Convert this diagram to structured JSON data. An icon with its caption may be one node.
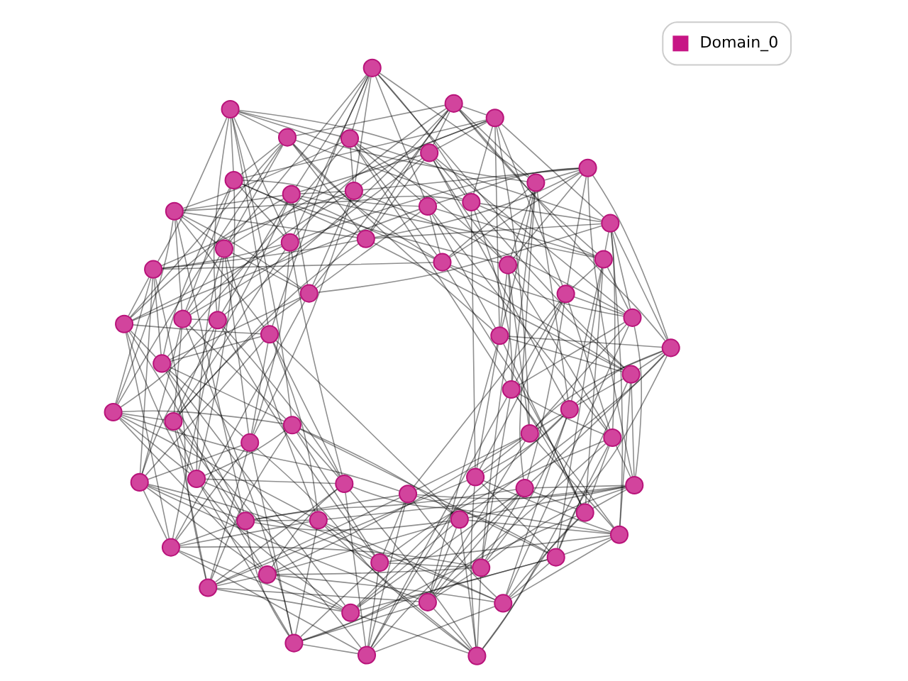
{
  "diagram": {
    "nodes": [
      {
        "text": [],
        "shape": "circle"
      },
      {
        "text": [],
        "shape": "circle"
      },
      {
        "text": [],
        "shape": "circle"
      },
      {
        "text": [],
        "shape": "circle"
      },
      {
        "text": [],
        "shape": "circle"
      },
      {
        "text": [],
        "shape": "circle"
      },
      {
        "text": [],
        "shape": "circle"
      },
      {
        "text": [],
        "shape": "circle"
      },
      {
        "text": [],
        "shape": "circle"
      },
      {
        "text": [],
        "shape": "circle"
      },
      {
        "text": [],
        "shape": "circle"
      },
      {
        "text": [],
        "shape": "circle"
      },
      {
        "text": [],
        "shape": "circle"
      },
      {
        "text": [],
        "shape": "circle"
      },
      {
        "text": [],
        "shape": "circle"
      },
      {
        "text": [],
        "shape": "circle"
      },
      {
        "text": [],
        "shape": "circle"
      },
      {
        "text": [],
        "shape": "circle"
      },
      {
        "text": [],
        "shape": "circle"
      },
      {
        "text": [],
        "shape": "circle"
      },
      {
        "text": [],
        "shape": "circle"
      },
      {
        "text": [],
        "shape": "circle"
      },
      {
        "text": [],
        "shape": "circle"
      },
      {
        "text": [],
        "shape": "circle"
      },
      {
        "text": [],
        "shape": "circle"
      },
      {
        "text": [],
        "shape": "circle"
      },
      {
        "text": [],
        "shape": "circle"
      },
      {
        "text": [],
        "shape": "circle"
      },
      {
        "text": [],
        "shape": "circle"
      },
      {
        "text": [],
        "shape": "circle"
      },
      {
        "text": [],
        "shape": "circle"
      },
      {
        "text": [],
        "shape": "circle"
      },
      {
        "text": [],
        "shape": "circle"
      },
      {
        "text": [],
        "shape": "circle"
      },
      {
        "text": [],
        "shape": "circle"
      },
      {
        "text": [],
        "shape": "circle"
      },
      {
        "text": [],
        "shape": "circle"
      },
      {
        "text": [],
        "shape": "circle"
      },
      {
        "text": [],
        "shape": "circle"
      },
      {
        "text": [],
        "shape": "circle"
      },
      {
        "text": [],
        "shape": "circle"
      },
      {
        "text": [],
        "shape": "circle"
      },
      {
        "text": [],
        "shape": "circle"
      },
      {
        "text": [],
        "shape": "circle"
      },
      {
        "text": [],
        "shape": "circle"
      },
      {
        "text": [],
        "shape": "circle"
      },
      {
        "text": [],
        "shape": "circle"
      },
      {
        "text": [],
        "shape": "circle"
      },
      {
        "text": [],
        "shape": "circle"
      },
      {
        "text": [],
        "shape": "circle"
      },
      {
        "text": [],
        "shape": "circle"
      },
      {
        "text": [],
        "shape": "circle"
      },
      {
        "text": [],
        "shape": "circle"
      },
      {
        "text": [],
        "shape": "circle"
      },
      {
        "text": [],
        "shape": "circle"
      },
      {
        "text": [],
        "shape": "circle"
      },
      {
        "text": [],
        "shape": "circle"
      },
      {
        "text": [],
        "shape": "circle"
      },
      {
        "text": [],
        "shape": "circle"
      },
      {
        "text": [],
        "shape": "circle"
      },
      {
        "text": [],
        "shape": "circle"
      },
      {
        "text": [],
        "shape": "circle"
      },
      {
        "text": [],
        "shape": "circle"
      },
      {
        "text": [],
        "shape": "circle"
      },
      {
        "text": [],
        "shape": "circle"
      },
      {
        "text": [],
        "shape": "circle"
      }
    ],
    "edges": [
      {
        "from": 0,
        "to": 1,
        "arrow": "none"
      },
      {
        "from": 1,
        "to": 2,
        "arrow": "none"
      },
      {
        "from": 2,
        "to": 3,
        "arrow": "none"
      },
      {
        "from": 3,
        "to": 4,
        "arrow": "none"
      },
      {
        "from": 4,
        "to": 5,
        "arrow": "none"
      },
      {
        "from": 5,
        "to": 6,
        "arrow": "none"
      },
      {
        "from": 6,
        "to": 7,
        "arrow": "none"
      },
      {
        "from": 7,
        "to": 8,
        "arrow": "none"
      },
      {
        "from": 8,
        "to": 9,
        "arrow": "none"
      },
      {
        "from": 9,
        "to": 10,
        "arrow": "none"
      },
      {
        "from": 10,
        "to": 11,
        "arrow": "none"
      },
      {
        "from": 11,
        "to": 12,
        "arrow": "none"
      },
      {
        "from": 12,
        "to": 13,
        "arrow": "none"
      },
      {
        "from": 13,
        "to": 14,
        "arrow": "none"
      },
      {
        "from": 14,
        "to": 15,
        "arrow": "none"
      },
      {
        "from": 15,
        "to": 16,
        "arrow": "none"
      },
      {
        "from": 16,
        "to": 17,
        "arrow": "none"
      },
      {
        "from": 17,
        "to": 18,
        "arrow": "none"
      },
      {
        "from": 18,
        "to": 19,
        "arrow": "none"
      },
      {
        "from": 19,
        "to": 20,
        "arrow": "none"
      },
      {
        "from": 20,
        "to": 21,
        "arrow": "none"
      },
      {
        "from": 21,
        "to": 22,
        "arrow": "none"
      },
      {
        "from": 22,
        "to": 23,
        "arrow": "none"
      },
      {
        "from": 23,
        "to": 24,
        "arrow": "none"
      },
      {
        "from": 24,
        "to": 25,
        "arrow": "none"
      },
      {
        "from": 25,
        "to": 26,
        "arrow": "none"
      },
      {
        "from": 26,
        "to": 27,
        "arrow": "none"
      },
      {
        "from": 27,
        "to": 28,
        "arrow": "none"
      },
      {
        "from": 28,
        "to": 29,
        "arrow": "none"
      },
      {
        "from": 29,
        "to": 30,
        "arrow": "none"
      },
      {
        "from": 30,
        "to": 31,
        "arrow": "none"
      },
      {
        "from": 31,
        "to": 32,
        "arrow": "none"
      },
      {
        "from": 32,
        "to": 33,
        "arrow": "none"
      },
      {
        "from": 33,
        "to": 34,
        "arrow": "none"
      },
      {
        "from": 34,
        "to": 35,
        "arrow": "none"
      },
      {
        "from": 35,
        "to": 36,
        "arrow": "none"
      },
      {
        "from": 36,
        "to": 37,
        "arrow": "none"
      },
      {
        "from": 37,
        "to": 38,
        "arrow": "none"
      },
      {
        "from": 38,
        "to": 39,
        "arrow": "none"
      },
      {
        "from": 39,
        "to": 40,
        "arrow": "none"
      },
      {
        "from": 40,
        "to": 41,
        "arrow": "none"
      },
      {
        "from": 41,
        "to": 42,
        "arrow": "none"
      },
      {
        "from": 42,
        "to": 43,
        "arrow": "none"
      },
      {
        "from": 43,
        "to": 44,
        "arrow": "none"
      },
      {
        "from": 44,
        "to": 45,
        "arrow": "none"
      },
      {
        "from": 45,
        "to": 46,
        "arrow": "none"
      },
      {
        "from": 46,
        "to": 47,
        "arrow": "none"
      },
      {
        "from": 47,
        "to": 48,
        "arrow": "none"
      },
      {
        "from": 48,
        "to": 49,
        "arrow": "none"
      },
      {
        "from": 49,
        "to": 50,
        "arrow": "none"
      },
      {
        "from": 50,
        "to": 51,
        "arrow": "none"
      },
      {
        "from": 51,
        "to": 52,
        "arrow": "none"
      },
      {
        "from": 52,
        "to": 53,
        "arrow": "none"
      },
      {
        "from": 53,
        "to": 54,
        "arrow": "none"
      },
      {
        "from": 54,
        "to": 55,
        "arrow": "none"
      },
      {
        "from": 55,
        "to": 56,
        "arrow": "none"
      },
      {
        "from": 56,
        "to": 57,
        "arrow": "none"
      },
      {
        "from": 57,
        "to": 58,
        "arrow": "none"
      },
      {
        "from": 58,
        "to": 59,
        "arrow": "none"
      },
      {
        "from": 59,
        "to": 60,
        "arrow": "none"
      },
      {
        "from": 60,
        "to": 61,
        "arrow": "none"
      },
      {
        "from": 61,
        "to": 62,
        "arrow": "none"
      },
      {
        "from": 62,
        "to": 63,
        "arrow": "none"
      },
      {
        "from": 63,
        "to": 64,
        "arrow": "none"
      },
      {
        "from": 64,
        "to": 65,
        "arrow": "none"
      },
      {
        "from": 65,
        "to": 0,
        "arrow": "none"
      },
      {
        "from": 0,
        "to": 7,
        "arrow": "none"
      },
      {
        "from": 1,
        "to": 8,
        "arrow": "none"
      },
      {
        "from": 2,
        "to": 9,
        "arrow": "none"
      },
      {
        "from": 3,
        "to": 10,
        "arrow": "none"
      },
      {
        "from": 4,
        "to": 11,
        "arrow": "none"
      },
      {
        "from": 5,
        "to": 12,
        "arrow": "none"
      },
      {
        "from": 6,
        "to": 13,
        "arrow": "none"
      },
      {
        "from": 7,
        "to": 14,
        "arrow": "none"
      },
      {
        "from": 8,
        "to": 15,
        "arrow": "none"
      },
      {
        "from": 9,
        "to": 16,
        "arrow": "none"
      },
      {
        "from": 10,
        "to": 17,
        "arrow": "none"
      },
      {
        "from": 11,
        "to": 18,
        "arrow": "none"
      },
      {
        "from": 12,
        "to": 19,
        "arrow": "none"
      },
      {
        "from": 13,
        "to": 20,
        "arrow": "none"
      },
      {
        "from": 14,
        "to": 21,
        "arrow": "none"
      },
      {
        "from": 15,
        "to": 22,
        "arrow": "none"
      },
      {
        "from": 16,
        "to": 23,
        "arrow": "none"
      },
      {
        "from": 17,
        "to": 24,
        "arrow": "none"
      },
      {
        "from": 18,
        "to": 25,
        "arrow": "none"
      },
      {
        "from": 19,
        "to": 26,
        "arrow": "none"
      },
      {
        "from": 20,
        "to": 27,
        "arrow": "none"
      },
      {
        "from": 21,
        "to": 28,
        "arrow": "none"
      },
      {
        "from": 22,
        "to": 29,
        "arrow": "none"
      },
      {
        "from": 23,
        "to": 30,
        "arrow": "none"
      },
      {
        "from": 24,
        "to": 31,
        "arrow": "none"
      },
      {
        "from": 25,
        "to": 32,
        "arrow": "none"
      },
      {
        "from": 26,
        "to": 33,
        "arrow": "none"
      },
      {
        "from": 27,
        "to": 34,
        "arrow": "none"
      },
      {
        "from": 28,
        "to": 35,
        "arrow": "none"
      },
      {
        "from": 29,
        "to": 36,
        "arrow": "none"
      },
      {
        "from": 30,
        "to": 37,
        "arrow": "none"
      },
      {
        "from": 31,
        "to": 38,
        "arrow": "none"
      },
      {
        "from": 32,
        "to": 39,
        "arrow": "none"
      },
      {
        "from": 33,
        "to": 40,
        "arrow": "none"
      },
      {
        "from": 34,
        "to": 41,
        "arrow": "none"
      },
      {
        "from": 35,
        "to": 42,
        "arrow": "none"
      },
      {
        "from": 36,
        "to": 43,
        "arrow": "none"
      },
      {
        "from": 37,
        "to": 44,
        "arrow": "none"
      },
      {
        "from": 38,
        "to": 45,
        "arrow": "none"
      },
      {
        "from": 39,
        "to": 46,
        "arrow": "none"
      },
      {
        "from": 40,
        "to": 47,
        "arrow": "none"
      },
      {
        "from": 41,
        "to": 48,
        "arrow": "none"
      },
      {
        "from": 42,
        "to": 49,
        "arrow": "none"
      },
      {
        "from": 43,
        "to": 50,
        "arrow": "none"
      },
      {
        "from": 44,
        "to": 51,
        "arrow": "none"
      },
      {
        "from": 45,
        "to": 52,
        "arrow": "none"
      },
      {
        "from": 46,
        "to": 53,
        "arrow": "none"
      },
      {
        "from": 47,
        "to": 54,
        "arrow": "none"
      },
      {
        "from": 48,
        "to": 55,
        "arrow": "none"
      },
      {
        "from": 49,
        "to": 56,
        "arrow": "none"
      },
      {
        "from": 50,
        "to": 57,
        "arrow": "none"
      },
      {
        "from": 51,
        "to": 58,
        "arrow": "none"
      },
      {
        "from": 52,
        "to": 59,
        "arrow": "none"
      },
      {
        "from": 53,
        "to": 60,
        "arrow": "none"
      },
      {
        "from": 54,
        "to": 61,
        "arrow": "none"
      },
      {
        "from": 55,
        "to": 62,
        "arrow": "none"
      },
      {
        "from": 56,
        "to": 63,
        "arrow": "none"
      },
      {
        "from": 57,
        "to": 64,
        "arrow": "none"
      },
      {
        "from": 58,
        "to": 65,
        "arrow": "none"
      },
      {
        "from": 59,
        "to": 0,
        "arrow": "none"
      },
      {
        "from": 60,
        "to": 1,
        "arrow": "none"
      },
      {
        "from": 61,
        "to": 2,
        "arrow": "none"
      },
      {
        "from": 62,
        "to": 3,
        "arrow": "none"
      },
      {
        "from": 63,
        "to": 4,
        "arrow": "none"
      },
      {
        "from": 64,
        "to": 5,
        "arrow": "none"
      },
      {
        "from": 65,
        "to": 6,
        "arrow": "none"
      },
      {
        "from": 0,
        "to": 16,
        "arrow": "none"
      },
      {
        "from": 1,
        "to": 17,
        "arrow": "none"
      },
      {
        "from": 2,
        "to": 18,
        "arrow": "none"
      },
      {
        "from": 3,
        "to": 19,
        "arrow": "none"
      },
      {
        "from": 4,
        "to": 20,
        "arrow": "none"
      },
      {
        "from": 5,
        "to": 21,
        "arrow": "none"
      },
      {
        "from": 6,
        "to": 22,
        "arrow": "none"
      },
      {
        "from": 7,
        "to": 23,
        "arrow": "none"
      },
      {
        "from": 8,
        "to": 24,
        "arrow": "none"
      },
      {
        "from": 9,
        "to": 25,
        "arrow": "none"
      },
      {
        "from": 10,
        "to": 26,
        "arrow": "none"
      },
      {
        "from": 11,
        "to": 27,
        "arrow": "none"
      },
      {
        "from": 12,
        "to": 28,
        "arrow": "none"
      },
      {
        "from": 13,
        "to": 29,
        "arrow": "none"
      },
      {
        "from": 14,
        "to": 30,
        "arrow": "none"
      },
      {
        "from": 15,
        "to": 31,
        "arrow": "none"
      },
      {
        "from": 16,
        "to": 32,
        "arrow": "none"
      },
      {
        "from": 17,
        "to": 33,
        "arrow": "none"
      },
      {
        "from": 18,
        "to": 34,
        "arrow": "none"
      },
      {
        "from": 19,
        "to": 35,
        "arrow": "none"
      },
      {
        "from": 20,
        "to": 36,
        "arrow": "none"
      },
      {
        "from": 21,
        "to": 37,
        "arrow": "none"
      },
      {
        "from": 22,
        "to": 38,
        "arrow": "none"
      },
      {
        "from": 23,
        "to": 39,
        "arrow": "none"
      },
      {
        "from": 24,
        "to": 40,
        "arrow": "none"
      },
      {
        "from": 25,
        "to": 41,
        "arrow": "none"
      },
      {
        "from": 26,
        "to": 42,
        "arrow": "none"
      },
      {
        "from": 27,
        "to": 43,
        "arrow": "none"
      },
      {
        "from": 28,
        "to": 44,
        "arrow": "none"
      },
      {
        "from": 29,
        "to": 45,
        "arrow": "none"
      },
      {
        "from": 30,
        "to": 46,
        "arrow": "none"
      },
      {
        "from": 31,
        "to": 47,
        "arrow": "none"
      },
      {
        "from": 32,
        "to": 48,
        "arrow": "none"
      },
      {
        "from": 33,
        "to": 49,
        "arrow": "none"
      },
      {
        "from": 34,
        "to": 50,
        "arrow": "none"
      },
      {
        "from": 35,
        "to": 51,
        "arrow": "none"
      },
      {
        "from": 36,
        "to": 52,
        "arrow": "none"
      },
      {
        "from": 37,
        "to": 53,
        "arrow": "none"
      },
      {
        "from": 38,
        "to": 54,
        "arrow": "none"
      },
      {
        "from": 39,
        "to": 55,
        "arrow": "none"
      },
      {
        "from": 40,
        "to": 56,
        "arrow": "none"
      },
      {
        "from": 41,
        "to": 57,
        "arrow": "none"
      },
      {
        "from": 42,
        "to": 58,
        "arrow": "none"
      },
      {
        "from": 43,
        "to": 59,
        "arrow": "none"
      },
      {
        "from": 44,
        "to": 60,
        "arrow": "none"
      },
      {
        "from": 45,
        "to": 61,
        "arrow": "none"
      },
      {
        "from": 46,
        "to": 62,
        "arrow": "none"
      },
      {
        "from": 47,
        "to": 63,
        "arrow": "none"
      },
      {
        "from": 48,
        "to": 64,
        "arrow": "none"
      },
      {
        "from": 49,
        "to": 65,
        "arrow": "none"
      },
      {
        "from": 50,
        "to": 0,
        "arrow": "none"
      },
      {
        "from": 51,
        "to": 1,
        "arrow": "none"
      },
      {
        "from": 52,
        "to": 2,
        "arrow": "none"
      },
      {
        "from": 53,
        "to": 3,
        "arrow": "none"
      },
      {
        "from": 54,
        "to": 4,
        "arrow": "none"
      },
      {
        "from": 55,
        "to": 5,
        "arrow": "none"
      },
      {
        "from": 56,
        "to": 6,
        "arrow": "none"
      },
      {
        "from": 57,
        "to": 7,
        "arrow": "none"
      },
      {
        "from": 58,
        "to": 8,
        "arrow": "none"
      },
      {
        "from": 59,
        "to": 9,
        "arrow": "none"
      },
      {
        "from": 60,
        "to": 10,
        "arrow": "none"
      },
      {
        "from": 61,
        "to": 11,
        "arrow": "none"
      },
      {
        "from": 62,
        "to": 12,
        "arrow": "none"
      },
      {
        "from": 63,
        "to": 13,
        "arrow": "none"
      },
      {
        "from": 64,
        "to": 14,
        "arrow": "none"
      },
      {
        "from": 65,
        "to": 15,
        "arrow": "none"
      },
      {
        "from": 0,
        "to": 25,
        "arrow": "none"
      },
      {
        "from": 1,
        "to": 26,
        "arrow": "none"
      },
      {
        "from": 2,
        "to": 27,
        "arrow": "none"
      },
      {
        "from": 3,
        "to": 28,
        "arrow": "none"
      },
      {
        "from": 4,
        "to": 29,
        "arrow": "none"
      },
      {
        "from": 5,
        "to": 30,
        "arrow": "none"
      },
      {
        "from": 6,
        "to": 31,
        "arrow": "none"
      },
      {
        "from": 7,
        "to": 32,
        "arrow": "none"
      },
      {
        "from": 8,
        "to": 33,
        "arrow": "none"
      },
      {
        "from": 9,
        "to": 34,
        "arrow": "none"
      },
      {
        "from": 10,
        "to": 35,
        "arrow": "none"
      },
      {
        "from": 11,
        "to": 36,
        "arrow": "none"
      },
      {
        "from": 12,
        "to": 37,
        "arrow": "none"
      },
      {
        "from": 13,
        "to": 38,
        "arrow": "none"
      },
      {
        "from": 14,
        "to": 39,
        "arrow": "none"
      },
      {
        "from": 15,
        "to": 40,
        "arrow": "none"
      },
      {
        "from": 16,
        "to": 41,
        "arrow": "none"
      },
      {
        "from": 17,
        "to": 42,
        "arrow": "none"
      },
      {
        "from": 18,
        "to": 43,
        "arrow": "none"
      },
      {
        "from": 19,
        "to": 44,
        "arrow": "none"
      },
      {
        "from": 20,
        "to": 45,
        "arrow": "none"
      },
      {
        "from": 21,
        "to": 46,
        "arrow": "none"
      },
      {
        "from": 22,
        "to": 47,
        "arrow": "none"
      },
      {
        "from": 23,
        "to": 48,
        "arrow": "none"
      },
      {
        "from": 24,
        "to": 49,
        "arrow": "none"
      },
      {
        "from": 25,
        "to": 50,
        "arrow": "none"
      },
      {
        "from": 26,
        "to": 51,
        "arrow": "none"
      },
      {
        "from": 27,
        "to": 52,
        "arrow": "none"
      },
      {
        "from": 28,
        "to": 53,
        "arrow": "none"
      },
      {
        "from": 29,
        "to": 54,
        "arrow": "none"
      },
      {
        "from": 30,
        "to": 55,
        "arrow": "none"
      },
      {
        "from": 31,
        "to": 56,
        "arrow": "none"
      },
      {
        "from": 32,
        "to": 57,
        "arrow": "none"
      },
      {
        "from": 33,
        "to": 58,
        "arrow": "none"
      },
      {
        "from": 34,
        "to": 59,
        "arrow": "none"
      },
      {
        "from": 35,
        "to": 60,
        "arrow": "none"
      },
      {
        "from": 36,
        "to": 61,
        "arrow": "none"
      },
      {
        "from": 37,
        "to": 62,
        "arrow": "none"
      },
      {
        "from": 38,
        "to": 63,
        "arrow": "none"
      },
      {
        "from": 39,
        "to": 64,
        "arrow": "none"
      },
      {
        "from": 40,
        "to": 65,
        "arrow": "none"
      },
      {
        "from": 41,
        "to": 0,
        "arrow": "none"
      },
      {
        "from": 42,
        "to": 1,
        "arrow": "none"
      },
      {
        "from": 43,
        "to": 2,
        "arrow": "none"
      },
      {
        "from": 44,
        "to": 3,
        "arrow": "none"
      },
      {
        "from": 45,
        "to": 4,
        "arrow": "none"
      },
      {
        "from": 46,
        "to": 5,
        "arrow": "none"
      },
      {
        "from": 47,
        "to": 6,
        "arrow": "none"
      },
      {
        "from": 48,
        "to": 7,
        "arrow": "none"
      },
      {
        "from": 49,
        "to": 8,
        "arrow": "none"
      },
      {
        "from": 50,
        "to": 9,
        "arrow": "none"
      },
      {
        "from": 51,
        "to": 10,
        "arrow": "none"
      },
      {
        "from": 52,
        "to": 11,
        "arrow": "none"
      },
      {
        "from": 53,
        "to": 12,
        "arrow": "none"
      },
      {
        "from": 54,
        "to": 13,
        "arrow": "none"
      },
      {
        "from": 55,
        "to": 14,
        "arrow": "none"
      },
      {
        "from": 56,
        "to": 15,
        "arrow": "none"
      },
      {
        "from": 57,
        "to": 16,
        "arrow": "none"
      },
      {
        "from": 58,
        "to": 17,
        "arrow": "none"
      },
      {
        "from": 59,
        "to": 18,
        "arrow": "none"
      },
      {
        "from": 60,
        "to": 19,
        "arrow": "none"
      },
      {
        "from": 61,
        "to": 20,
        "arrow": "none"
      },
      {
        "from": 62,
        "to": 21,
        "arrow": "none"
      },
      {
        "from": 63,
        "to": 22,
        "arrow": "none"
      },
      {
        "from": 64,
        "to": 23,
        "arrow": "none"
      },
      {
        "from": 65,
        "to": 24,
        "arrow": "none"
      },
      {
        "from": 0,
        "to": 31,
        "arrow": "none"
      },
      {
        "from": 1,
        "to": 32,
        "arrow": "none"
      },
      {
        "from": 2,
        "to": 33,
        "arrow": "none"
      },
      {
        "from": 3,
        "to": 34,
        "arrow": "none"
      },
      {
        "from": 4,
        "to": 35,
        "arrow": "none"
      },
      {
        "from": 5,
        "to": 36,
        "arrow": "none"
      },
      {
        "from": 6,
        "to": 37,
        "arrow": "none"
      },
      {
        "from": 7,
        "to": 38,
        "arrow": "none"
      },
      {
        "from": 8,
        "to": 39,
        "arrow": "none"
      },
      {
        "from": 9,
        "to": 40,
        "arrow": "none"
      },
      {
        "from": 10,
        "to": 41,
        "arrow": "none"
      },
      {
        "from": 11,
        "to": 42,
        "arrow": "none"
      },
      {
        "from": 12,
        "to": 43,
        "arrow": "none"
      },
      {
        "from": 13,
        "to": 44,
        "arrow": "none"
      },
      {
        "from": 14,
        "to": 45,
        "arrow": "none"
      },
      {
        "from": 15,
        "to": 46,
        "arrow": "none"
      },
      {
        "from": 16,
        "to": 47,
        "arrow": "none"
      },
      {
        "from": 17,
        "to": 48,
        "arrow": "none"
      },
      {
        "from": 18,
        "to": 49,
        "arrow": "none"
      },
      {
        "from": 19,
        "to": 50,
        "arrow": "none"
      },
      {
        "from": 20,
        "to": 51,
        "arrow": "none"
      },
      {
        "from": 21,
        "to": 52,
        "arrow": "none"
      },
      {
        "from": 22,
        "to": 53,
        "arrow": "none"
      },
      {
        "from": 23,
        "to": 54,
        "arrow": "none"
      },
      {
        "from": 24,
        "to": 55,
        "arrow": "none"
      },
      {
        "from": 25,
        "to": 56,
        "arrow": "none"
      },
      {
        "from": 26,
        "to": 57,
        "arrow": "none"
      },
      {
        "from": 27,
        "to": 58,
        "arrow": "none"
      },
      {
        "from": 28,
        "to": 59,
        "arrow": "none"
      },
      {
        "from": 29,
        "to": 60,
        "arrow": "none"
      },
      {
        "from": 30,
        "to": 61,
        "arrow": "none"
      },
      {
        "from": 31,
        "to": 62,
        "arrow": "none"
      },
      {
        "from": 32,
        "to": 63,
        "arrow": "none"
      },
      {
        "from": 33,
        "to": 64,
        "arrow": "none"
      },
      {
        "from": 34,
        "to": 65,
        "arrow": "none"
      },
      {
        "from": 35,
        "to": 0,
        "arrow": "none"
      },
      {
        "from": 36,
        "to": 1,
        "arrow": "none"
      },
      {
        "from": 37,
        "to": 2,
        "arrow": "none"
      },
      {
        "from": 38,
        "to": 3,
        "arrow": "none"
      },
      {
        "from": 39,
        "to": 4,
        "arrow": "none"
      },
      {
        "from": 40,
        "to": 5,
        "arrow": "none"
      },
      {
        "from": 41,
        "to": 6,
        "arrow": "none"
      },
      {
        "from": 42,
        "to": 7,
        "arrow": "none"
      },
      {
        "from": 43,
        "to": 8,
        "arrow": "none"
      },
      {
        "from": 44,
        "to": 9,
        "arrow": "none"
      },
      {
        "from": 45,
        "to": 10,
        "arrow": "none"
      },
      {
        "from": 46,
        "to": 11,
        "arrow": "none"
      },
      {
        "from": 47,
        "to": 12,
        "arrow": "none"
      },
      {
        "from": 48,
        "to": 13,
        "arrow": "none"
      },
      {
        "from": 49,
        "to": 14,
        "arrow": "none"
      },
      {
        "from": 50,
        "to": 15,
        "arrow": "none"
      },
      {
        "from": 51,
        "to": 16,
        "arrow": "none"
      },
      {
        "from": 52,
        "to": 17,
        "arrow": "none"
      },
      {
        "from": 53,
        "to": 18,
        "arrow": "none"
      },
      {
        "from": 54,
        "to": 19,
        "arrow": "none"
      },
      {
        "from": 55,
        "to": 20,
        "arrow": "none"
      },
      {
        "from": 56,
        "to": 21,
        "arrow": "none"
      },
      {
        "from": 57,
        "to": 22,
        "arrow": "none"
      },
      {
        "from": 58,
        "to": 23,
        "arrow": "none"
      },
      {
        "from": 59,
        "to": 24,
        "arrow": "none"
      },
      {
        "from": 60,
        "to": 25,
        "arrow": "none"
      },
      {
        "from": 61,
        "to": 26,
        "arrow": "none"
      },
      {
        "from": 62,
        "to": 27,
        "arrow": "none"
      },
      {
        "from": 63,
        "to": 28,
        "arrow": "none"
      },
      {
        "from": 64,
        "to": 29,
        "arrow": "none"
      },
      {
        "from": 65,
        "to": 30,
        "arrow": "none"
      }
    ],
    "legend": [
      {
        "text": "Domain_0",
        "color": "#c71585"
      }
    ]
  }
}
